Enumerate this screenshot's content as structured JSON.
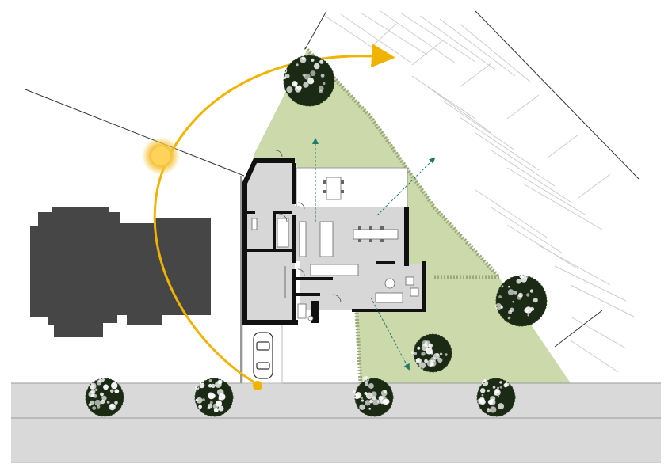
{
  "diagram": {
    "kind": "site-plan",
    "colors": {
      "background": "#ffffff",
      "garden": "#cbd9ab",
      "hedge": "#9aa97a",
      "neighbour_building": "#464646",
      "road": "#d9d9d9",
      "road_edge": "#9a9a9a",
      "interior_floor": "#d7d7d7",
      "terrace": "#ffffff",
      "walls": "#111111",
      "sun": "#f5c33b",
      "sun_path": "#f0b400",
      "view_arrows": "#1f7a6b",
      "tree_dark": "#1a2a14",
      "tree_light": "#ffffff",
      "slope_hatch": "#cccccc",
      "boundary_lines": "#333333"
    },
    "icons": [
      "sun-icon",
      "car-icon",
      "tree-icon",
      "kitchen-island-icon",
      "dining-table-icon",
      "sofa-icon",
      "toilet-icon"
    ],
    "trees": [
      "tree-top",
      "tree-right",
      "tree-garden",
      "street-tree-1",
      "street-tree-2",
      "street-tree-3",
      "street-tree-4"
    ],
    "view_arrows": [
      "view-north",
      "view-northeast",
      "view-southeast"
    ]
  }
}
